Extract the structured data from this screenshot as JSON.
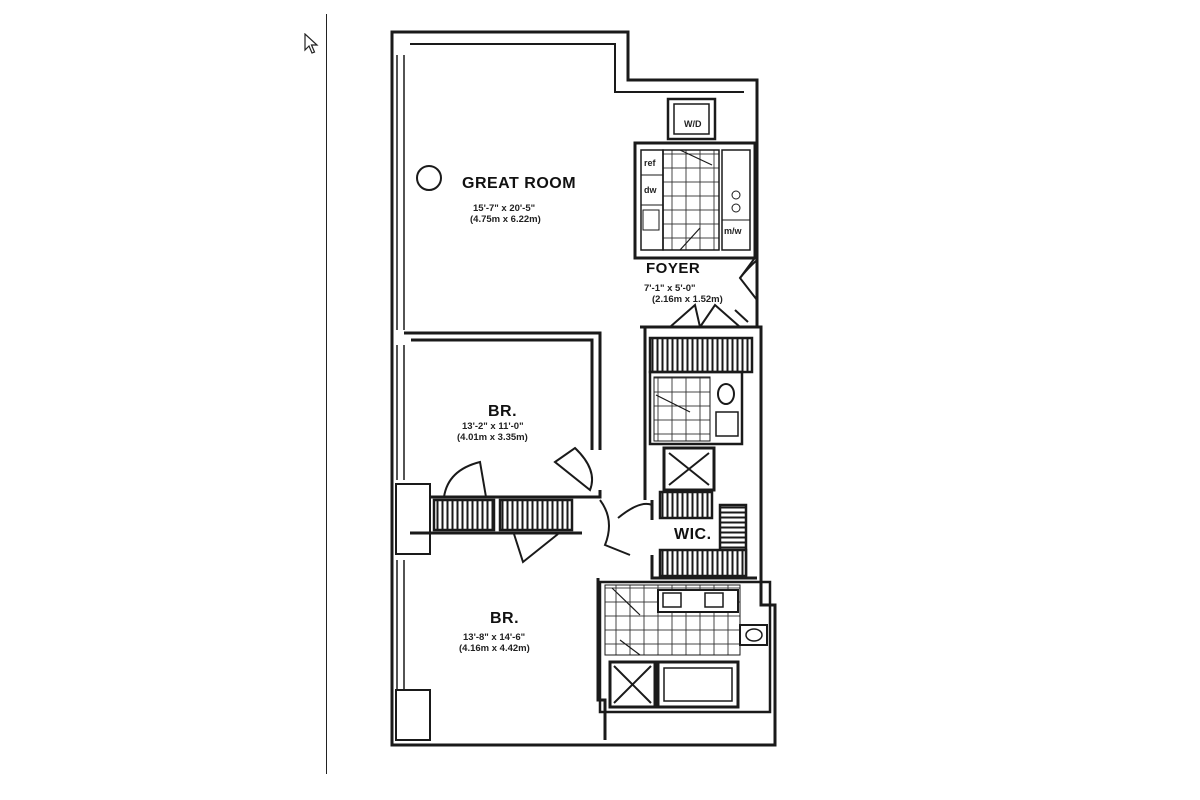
{
  "rooms": {
    "great_room": {
      "name": "GREAT ROOM",
      "dim_ft": "15'-7\" x 20'-5\"",
      "dim_m": "(4.75m x 6.22m)"
    },
    "foyer": {
      "name": "FOYER",
      "dim_ft": "7'-1\" x 5'-0\"",
      "dim_m": "(2.16m x 1.52m)"
    },
    "bedroom_1": {
      "name": "BR.",
      "dim_ft": "13'-2\" x 11'-0\"",
      "dim_m": "(4.01m x 3.35m)"
    },
    "bedroom_2": {
      "name": "BR.",
      "dim_ft": "13'-8\" x 14'-6\"",
      "dim_m": "(4.16m x 4.42m)"
    },
    "wic": {
      "name": "WIC."
    }
  },
  "fixtures": {
    "washer_dryer": "W/D",
    "refrigerator": "ref",
    "dishwasher": "dw",
    "microwave": "m/w"
  },
  "colors": {
    "line": "#1a1a1a",
    "background": "#ffffff"
  }
}
